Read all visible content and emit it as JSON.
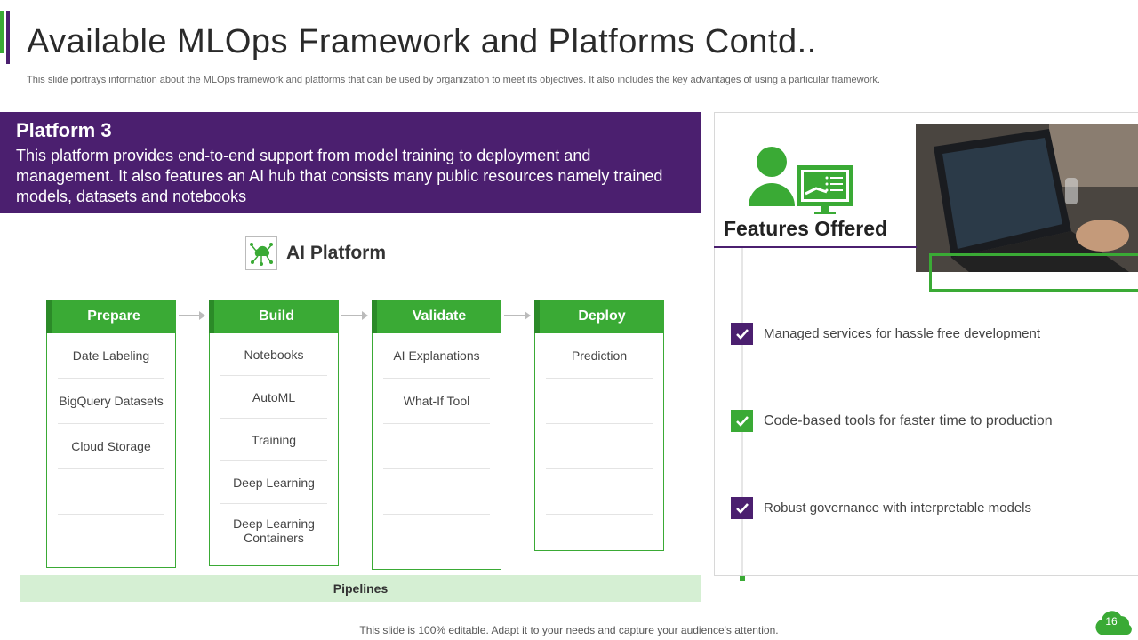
{
  "header": {
    "title": "Available MLOps Framework and Platforms Contd..",
    "subtitle": "This slide portrays information about the MLOps framework and platforms that can be used by organization to meet its objectives. It also includes the key advantages of using a particular framework."
  },
  "platform": {
    "title": "Platform 3",
    "description": "This platform provides end-to-end support from model training to deployment and management. It also features an AI hub that consists many public resources namely trained models, datasets and notebooks"
  },
  "ai_platform": {
    "label": "AI Platform",
    "icon": "circuit-cloud-icon"
  },
  "stages": [
    {
      "name": "Prepare",
      "items": [
        "Date Labeling",
        "BigQuery Datasets",
        "Cloud Storage",
        "",
        ""
      ]
    },
    {
      "name": "Build",
      "items": [
        "Notebooks",
        "AutoML",
        "Training",
        "Deep Learning",
        "Deep Learning Containers"
      ]
    },
    {
      "name": "Validate",
      "items": [
        "AI Explanations",
        "What-If Tool",
        "",
        "",
        ""
      ]
    },
    {
      "name": "Deploy",
      "items": [
        "Prediction",
        "",
        "",
        ""
      ]
    }
  ],
  "pipelines": "Pipelines",
  "features": {
    "title": "Features Offered",
    "icon": "user-presentation-icon",
    "items": [
      {
        "text": "Managed services for hassle free development",
        "color": "#4b1f6f"
      },
      {
        "text": "Code-based tools for faster time to production",
        "color": "#3aaa35"
      },
      {
        "text": "Robust governance with interpretable models",
        "color": "#4b1f6f"
      }
    ]
  },
  "footer": "This slide is 100% editable. Adapt it to your needs and capture your audience's attention.",
  "page_number": "16",
  "colors": {
    "purple": "#4b1f6f",
    "green": "#3aaa35",
    "light_green": "#d5efd3"
  }
}
